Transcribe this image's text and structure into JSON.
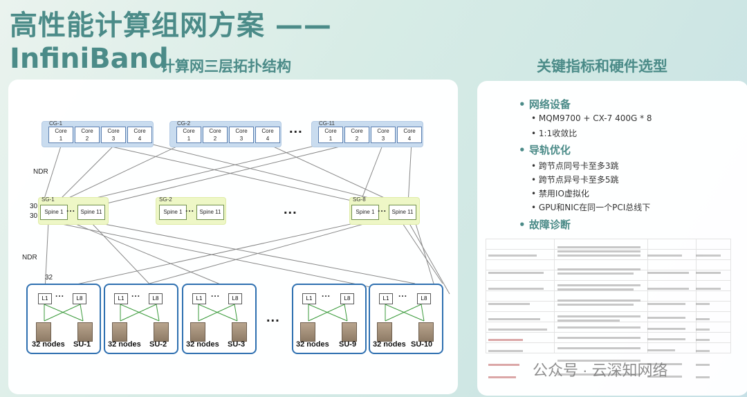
{
  "title": {
    "line1": "高性能计算组网方案 ——",
    "line2": "InfiniBand",
    "subtitle": "计算网三层拓扑结构"
  },
  "right": {
    "heading": "关键指标和硬件选型",
    "sections": [
      {
        "bullet": "网络设备",
        "items": [
          "MQM9700 + CX-7 400G * 8",
          "1:1收敛比"
        ]
      },
      {
        "bullet": "导轨优化",
        "items": [
          "跨节点同号卡至多3跳",
          "跨节点异号卡至多5跳",
          "禁用IO虚拟化",
          "GPU和NIC在同一个PCI总线下"
        ]
      },
      {
        "bullet": "故障诊断",
        "items": []
      }
    ]
  },
  "diagram": {
    "core_groups": [
      {
        "label": "CG-1",
        "nodes": [
          "Core\n1",
          "Core\n2",
          "Core\n3",
          "Core\n4"
        ]
      },
      {
        "label": "CG-2",
        "nodes": [
          "Core\n1",
          "Core\n2",
          "Core\n3",
          "Core\n4"
        ]
      },
      {
        "label": "CG-11",
        "nodes": [
          "Core\n1",
          "Core\n2",
          "Core\n3",
          "Core\n4"
        ]
      }
    ],
    "spine_groups": [
      {
        "label": "SG-1",
        "nodes": [
          "Spine 1",
          "Spine 11"
        ]
      },
      {
        "label": "SG-2",
        "nodes": [
          "Spine 1",
          "Spine 11"
        ]
      },
      {
        "label": "SG-8",
        "nodes": [
          "Spine 1",
          "Spine 11"
        ]
      }
    ],
    "ellipsis": "...",
    "link_label_top": "NDR",
    "link_label_bottom": "NDR",
    "count_30a": "30",
    "count_30b": "30",
    "count_32": "32",
    "leaf_labels": [
      "L1",
      "L8"
    ],
    "units": [
      {
        "nodes": "32 nodes",
        "su": "SU-1"
      },
      {
        "nodes": "32 nodes",
        "su": "SU-2"
      },
      {
        "nodes": "32 nodes",
        "su": "SU-3"
      },
      {
        "nodes": "32 nodes",
        "su": "SU-9"
      },
      {
        "nodes": "32 nodes",
        "su": "SU-10"
      }
    ]
  },
  "watermark": "公众号 · 云深知网络"
}
